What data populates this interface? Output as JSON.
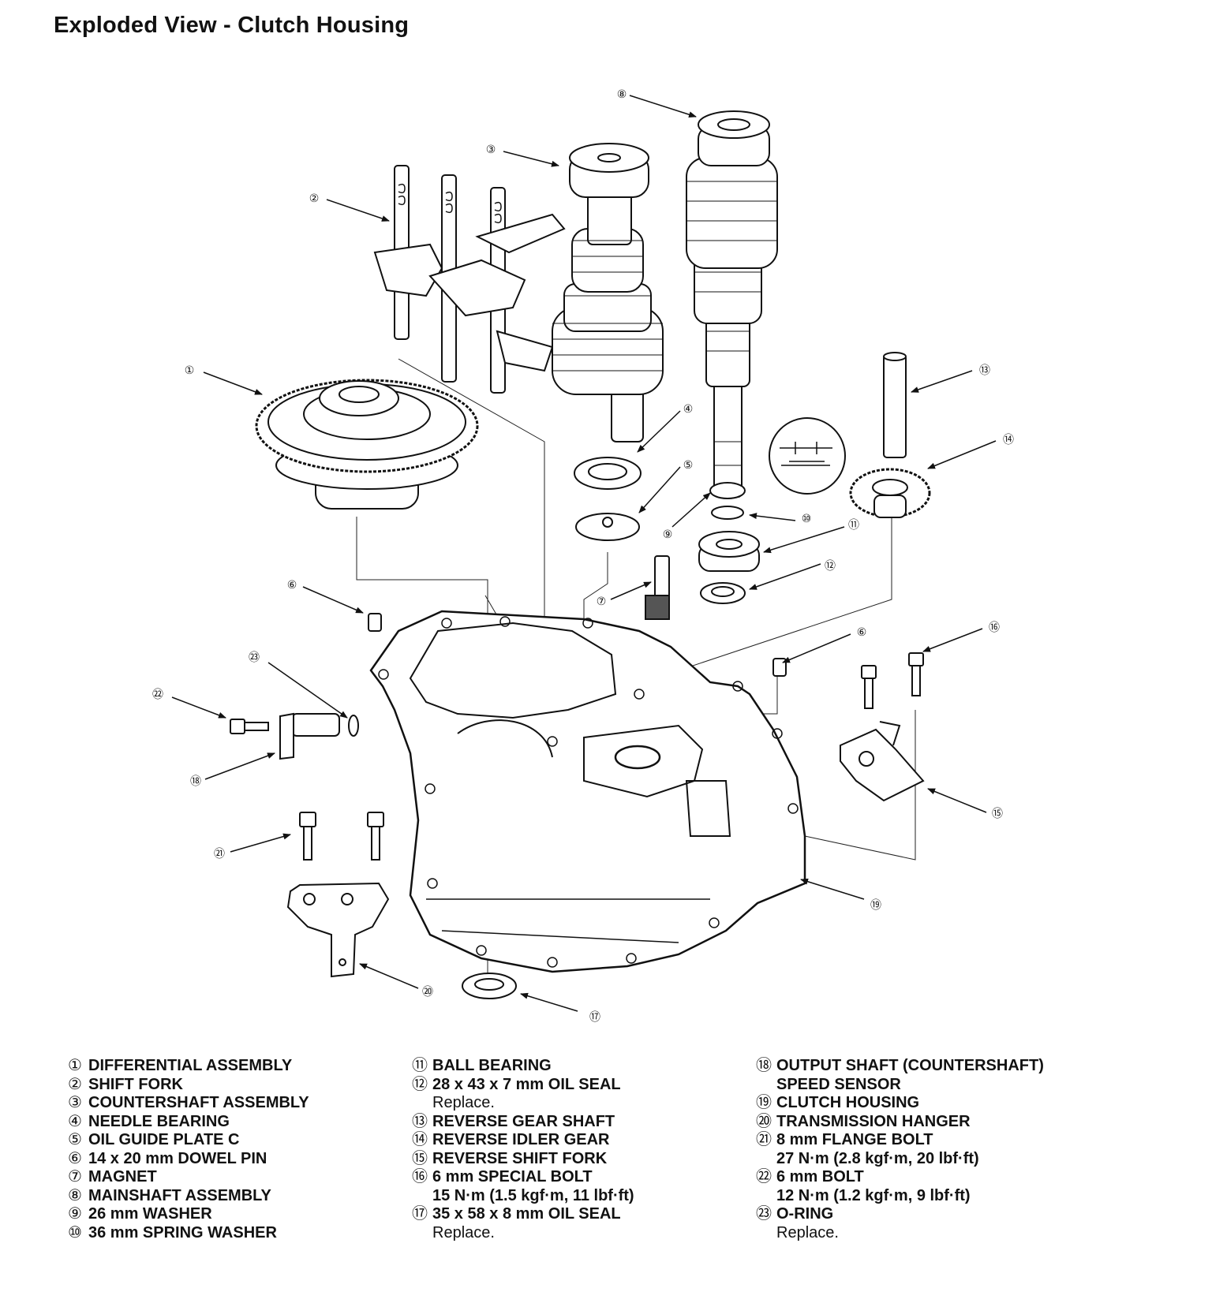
{
  "title": "Exploded View - Clutch Housing",
  "callouts": [
    "①",
    "②",
    "③",
    "④",
    "⑤",
    "⑥",
    "⑦",
    "⑧",
    "⑨",
    "⑩",
    "⑪",
    "⑫",
    "⑬",
    "⑭",
    "⑮",
    "⑯",
    "⑰",
    "⑱",
    "⑲",
    "⑳",
    "㉑",
    "㉒",
    "㉓"
  ],
  "legend": {
    "col1": [
      {
        "num": "①",
        "label": "DIFFERENTIAL ASSEMBLY"
      },
      {
        "num": "②",
        "label": "SHIFT FORK"
      },
      {
        "num": "③",
        "label": "COUNTERSHAFT ASSEMBLY"
      },
      {
        "num": "④",
        "label": "NEEDLE BEARING"
      },
      {
        "num": "⑤",
        "label": "OIL GUIDE PLATE C"
      },
      {
        "num": "⑥",
        "label": "14 x 20 mm DOWEL PIN"
      },
      {
        "num": "⑦",
        "label": "MAGNET"
      },
      {
        "num": "⑧",
        "label": "MAINSHAFT ASSEMBLY"
      },
      {
        "num": "⑨",
        "label": "26 mm WASHER"
      },
      {
        "num": "⑩",
        "label": "36 mm SPRING WASHER"
      }
    ],
    "col2": [
      {
        "num": "⑪",
        "label": "BALL BEARING"
      },
      {
        "num": "⑫",
        "label": "28 x 43 x 7 mm OIL SEAL",
        "note": "Replace."
      },
      {
        "num": "⑬",
        "label": "REVERSE GEAR SHAFT"
      },
      {
        "num": "⑭",
        "label": "REVERSE IDLER GEAR"
      },
      {
        "num": "⑮",
        "label": "REVERSE SHIFT FORK"
      },
      {
        "num": "⑯",
        "label": "6 mm SPECIAL BOLT",
        "torque": "15 N·m (1.5 kgf·m, 11 lbf·ft)"
      },
      {
        "num": "⑰",
        "label": "35 x 58 x 8 mm OIL SEAL",
        "note": "Replace."
      }
    ],
    "col3": [
      {
        "num": "⑱",
        "label": "OUTPUT SHAFT (COUNTERSHAFT)",
        "label2": "SPEED SENSOR"
      },
      {
        "num": "⑲",
        "label": "CLUTCH HOUSING"
      },
      {
        "num": "⑳",
        "label": "TRANSMISSION HANGER"
      },
      {
        "num": "㉑",
        "label": "8 mm FLANGE BOLT",
        "torque": "27 N·m (2.8 kgf·m, 20 lbf·ft)"
      },
      {
        "num": "㉒",
        "label": "6 mm BOLT",
        "torque": "12 N·m (1.2 kgf·m, 9 lbf·ft)"
      },
      {
        "num": "㉓",
        "label": "O-RING",
        "note": "Replace."
      }
    ]
  }
}
